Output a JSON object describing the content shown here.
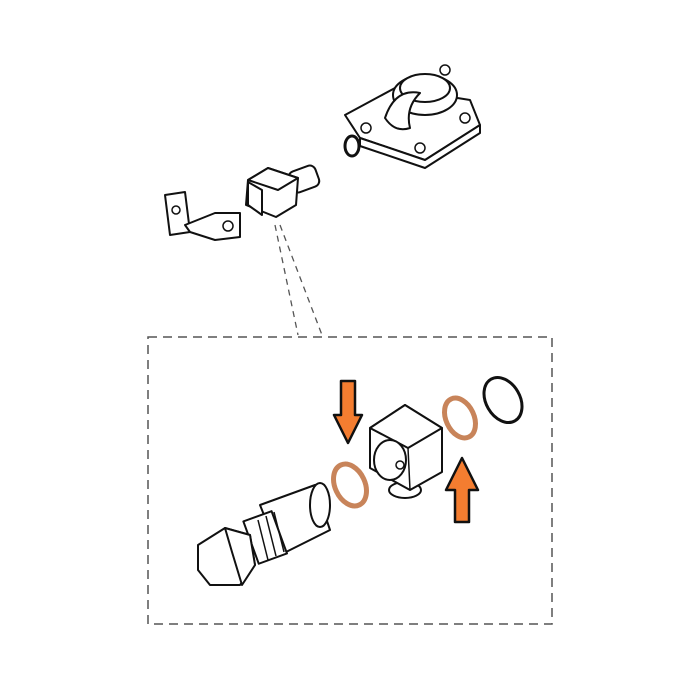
{
  "colors": {
    "arrow_fill": "#f47d30",
    "arrow_stroke": "#111111",
    "washer": "#c8845a",
    "line": "#111111",
    "detail_box": "#555555"
  },
  "parts": [
    "mounting-flange",
    "o-ring",
    "banjo-fitting",
    "bracket",
    "banjo-bolt",
    "washer-left",
    "banjo-block",
    "washer-right",
    "retaining-clip"
  ]
}
